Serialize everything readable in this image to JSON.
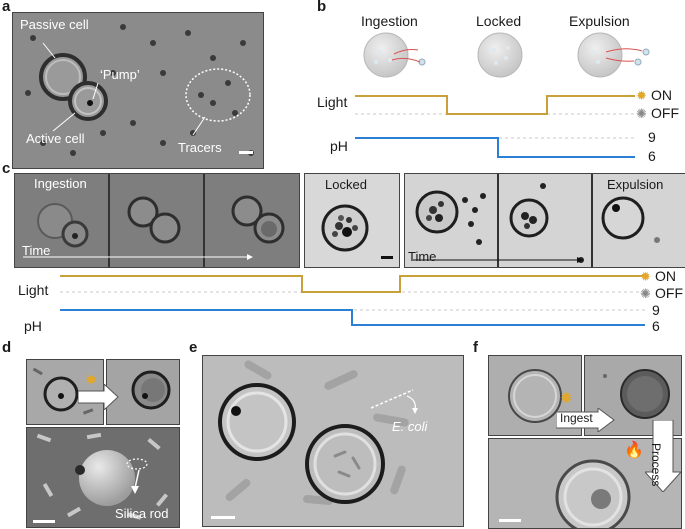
{
  "panels": {
    "a": {
      "letter": "a",
      "labels": {
        "passive": "Passive cell",
        "pump": "‘Pump’",
        "active": "Active cell",
        "tracers": "Tracers"
      }
    },
    "b": {
      "letter": "b",
      "stages": [
        "Ingestion",
        "Locked",
        "Expulsion"
      ],
      "light_label": "Light",
      "ph_label": "pH",
      "on_label": "ON",
      "off_label": "OFF",
      "ph_high": "9",
      "ph_low": "6",
      "light_color": "#c9a13b",
      "ph_color": "#2b7fd4"
    },
    "c": {
      "letter": "c",
      "ingestion_label": "Ingestion",
      "time_label": "Time",
      "locked_label": "Locked",
      "expulsion_label": "Expulsion",
      "time_label2": "Time",
      "light_label": "Light",
      "ph_label": "pH",
      "on_label": "ON",
      "off_label": "OFF",
      "ph_high": "9",
      "ph_low": "6"
    },
    "d": {
      "letter": "d",
      "silica_label": "Silica rod"
    },
    "e": {
      "letter": "e",
      "ecoli_label": "E. coli"
    },
    "f": {
      "letter": "f",
      "ingest_label": "Ingest",
      "process_label": "Process"
    }
  }
}
